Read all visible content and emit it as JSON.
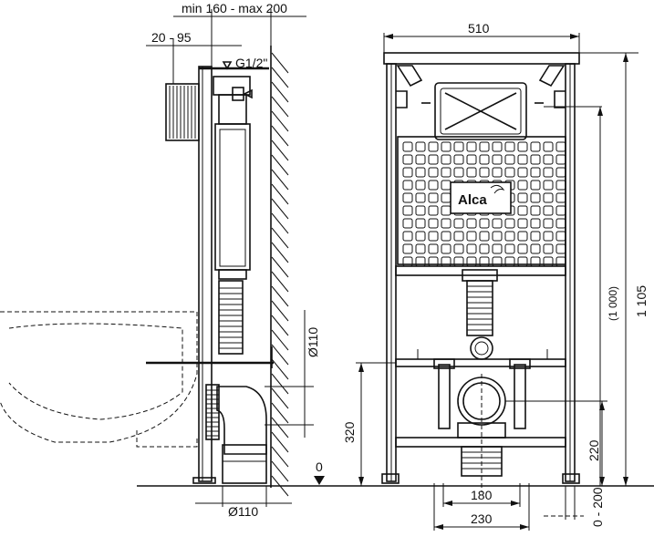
{
  "brand": {
    "logo": "Alca"
  },
  "dimensions": {
    "wall_distance": "min 160 - max 200",
    "pipe_offset": "20 - 95",
    "thread": "G1/2\"",
    "frame_width": "510",
    "total_height": "1 105",
    "inner_height": "(1 000)",
    "drain_diameter": "Ø110",
    "drain_height": "320",
    "zero_level": "0",
    "bottom_diameter": "Ø110",
    "drain_axis": "220",
    "leg_adjust": "0 - 200",
    "inner_span": "180",
    "outer_span": "230"
  }
}
